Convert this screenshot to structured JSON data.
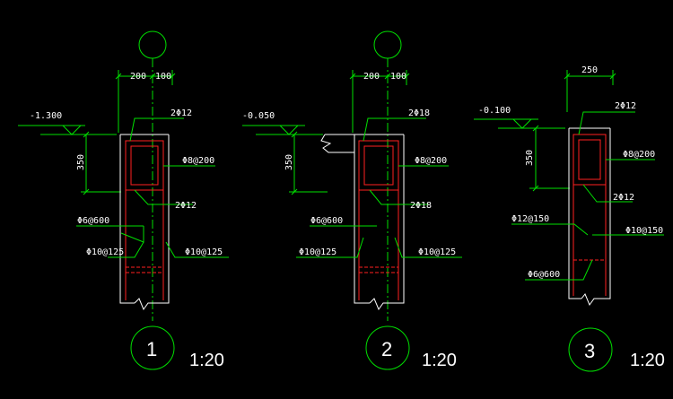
{
  "colors": {
    "background": "#000000",
    "dim_green": "#00e000",
    "outline_white": "#ffffff",
    "rebar_red": "#ff2020",
    "center_line": "#00e000",
    "text": "#ffffff"
  },
  "details": [
    {
      "number": "1",
      "scale": "1:20",
      "level": "-1.300",
      "dim_top_left": "200",
      "dim_top_right": "100",
      "dim_height": "350",
      "top_bar": "2Φ12",
      "stirrup_top": "Φ8@200",
      "mid_bar": "2Φ12",
      "tie": "Φ6@600",
      "left_bar": "Φ10@125",
      "right_bar": "Φ10@125"
    },
    {
      "number": "2",
      "scale": "1:20",
      "level": "-0.050",
      "dim_top_left": "200",
      "dim_top_right": "100",
      "dim_height": "350",
      "top_bar": "2Φ18",
      "stirrup_top": "Φ8@200",
      "mid_bar": "2Φ18",
      "tie": "Φ6@600",
      "left_bar": "Φ10@125",
      "right_bar": "Φ10@125"
    },
    {
      "number": "3",
      "scale": "1:20",
      "level": "-0.100",
      "dim_top": "250",
      "dim_height": "350",
      "top_bar": "2Φ12",
      "stirrup_top": "Φ8@200",
      "mid_bar": "2Φ12",
      "left_bar": "Φ12@150",
      "right_bar": "Φ10@150",
      "tie": "Φ6@600"
    }
  ]
}
